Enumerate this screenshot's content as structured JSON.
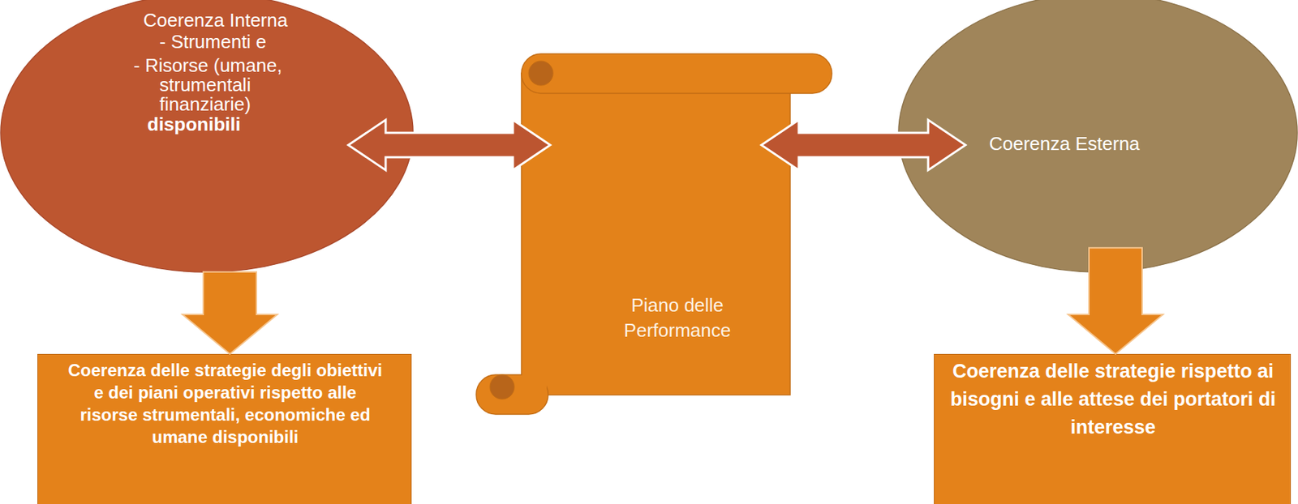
{
  "diagram": {
    "nodes": [
      {
        "text": [
          "Coerenza Interna",
          "- Strumenti e",
          "- Risorse (umane, strumentali finanziarie)",
          "disponibili"
        ]
      },
      {
        "text": [
          "Piano delle Performance"
        ]
      },
      {
        "text": [
          "Coerenza Esterna"
        ]
      },
      {
        "text": [
          "Coerenza delle strategie degli obiettivi e dei piani operativi rispetto alle risorse strumentali, economiche ed umane disponibili"
        ]
      },
      {
        "text": [
          "Coerenza delle strategie rispetto ai bisogni e alle attese dei portatori di interesse"
        ]
      }
    ],
    "edges": [
      {
        "from": 0,
        "to": 1,
        "arrow": "both"
      },
      {
        "from": 1,
        "to": 2,
        "arrow": "both"
      },
      {
        "from": 0,
        "to": 3,
        "arrow": "to"
      },
      {
        "from": 2,
        "to": 4,
        "arrow": "to"
      }
    ]
  }
}
